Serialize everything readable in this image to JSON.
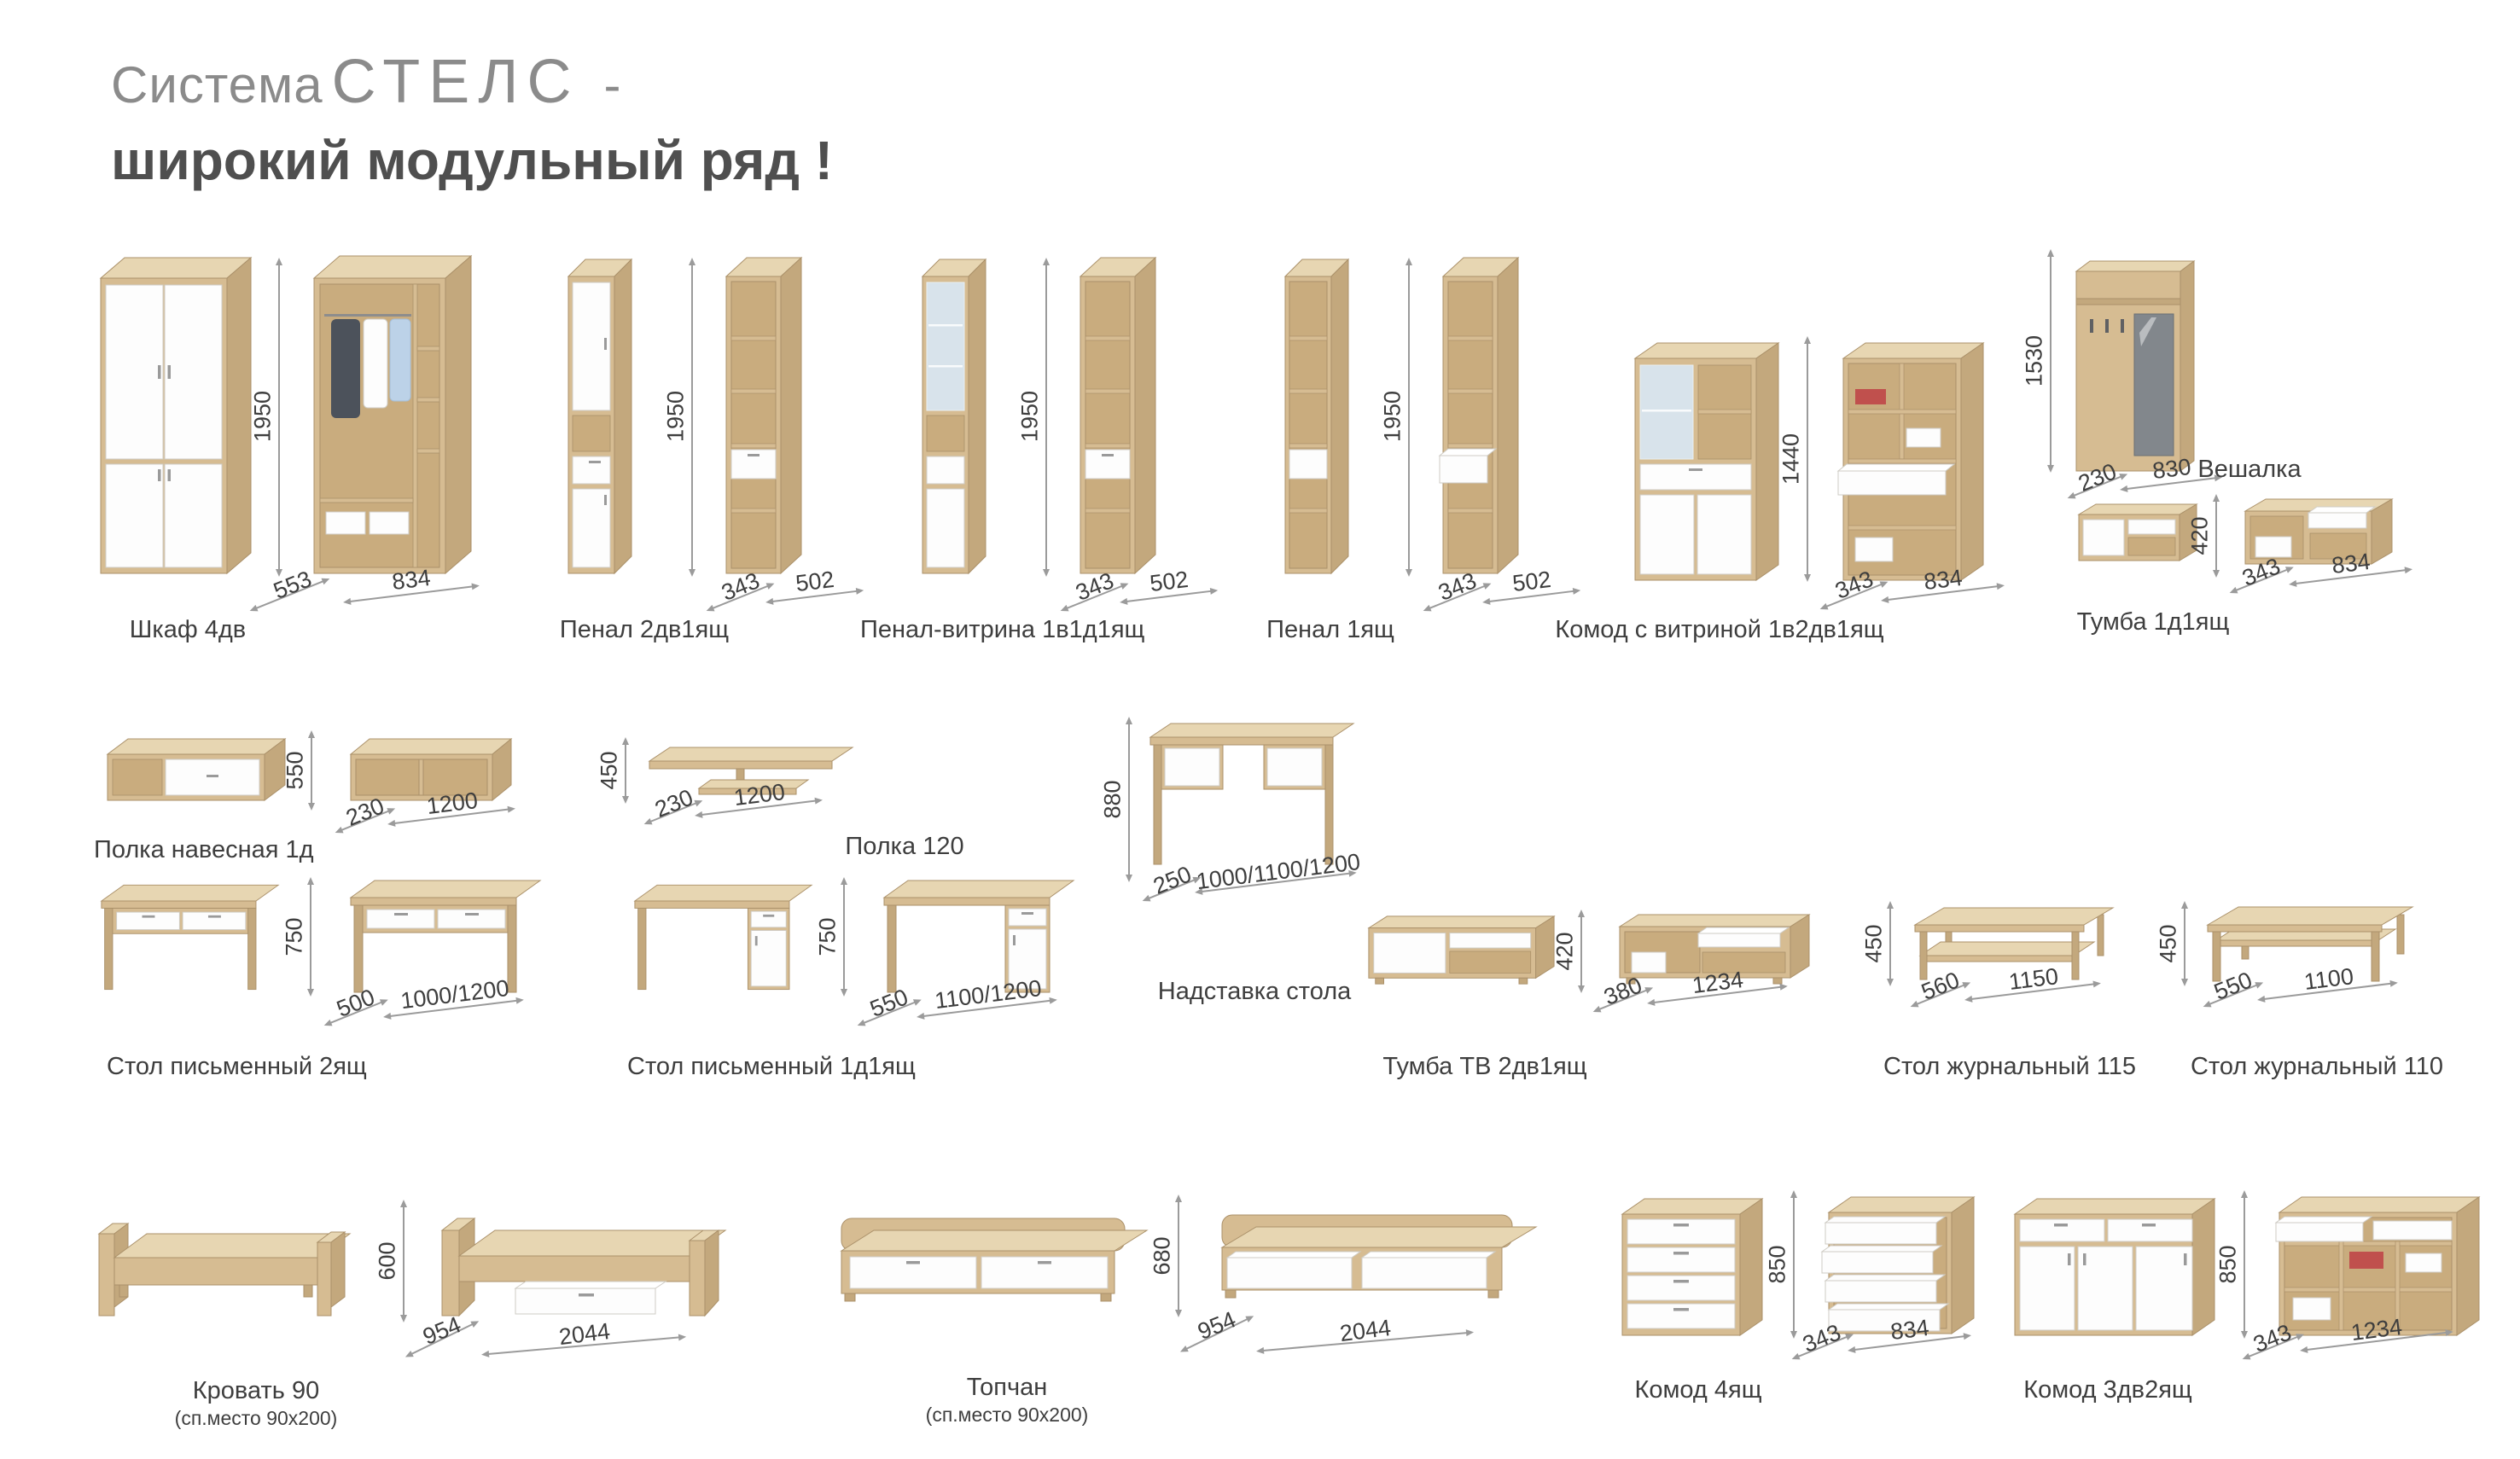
{
  "header": {
    "title_prefix": "Система",
    "title_brand": "СТЕЛС",
    "title_dash": "-",
    "subtitle": "широкий модульный ряд",
    "subtitle_mark": "!"
  },
  "palette": {
    "wood": "#d6bc92",
    "wood_top": "#e7d6b2",
    "wood_side": "#c3a87d",
    "white_front": "#fdfdfd",
    "glass": "#d8e3eb",
    "title_gray": "#8b8b8b",
    "subtitle_gray": "#4f4f4f"
  },
  "products": {
    "shkaf4dv": {
      "label": "Шкаф 4дв",
      "height": "1950",
      "depth": "553",
      "width": "834"
    },
    "penal2dv": {
      "label": "Пенал 2дв1ящ",
      "height": "1950",
      "depth": "343",
      "width": "502"
    },
    "penalvitrina": {
      "label": "Пенал-витрина 1в1д1ящ",
      "height": "1950",
      "depth": "343",
      "width": "502"
    },
    "penal1": {
      "label": "Пенал 1ящ",
      "height": "1950",
      "depth": "343",
      "width": "502"
    },
    "komodvitrina": {
      "label": "Комод с витриной 1в2дв1ящ",
      "height": "1440",
      "depth": "343",
      "width": "834"
    },
    "veshalka": {
      "label": "Вешалка",
      "height": "1530",
      "depth": "230",
      "width": "830"
    },
    "tumba": {
      "label": "Тумба 1д1ящ",
      "height": "420",
      "depth": "343",
      "width": "834"
    },
    "polkanav": {
      "label": "Полка навесная 1д",
      "height": "550",
      "depth": "230",
      "width": "1200"
    },
    "polka120": {
      "label": "Полка 120",
      "height": "450",
      "depth": "230",
      "width": "1200"
    },
    "nadstavka": {
      "label": "Надставка стола",
      "height": "880",
      "depth": "250",
      "width": "1000/1100/1200"
    },
    "stol2": {
      "label": "Стол письменный 2ящ",
      "height": "750",
      "depth": "500",
      "width": "1000/1200"
    },
    "stol1d": {
      "label": "Стол письменный 1д1ящ",
      "height": "750",
      "depth": "550",
      "width": "1100/1200"
    },
    "tumbatv": {
      "label": "Тумба ТВ 2дв1ящ",
      "height": "420",
      "depth": "380",
      "width": "1234"
    },
    "zhur115": {
      "label": "Стол журнальный 115",
      "height": "450",
      "depth": "560",
      "width": "1150"
    },
    "zhur110": {
      "label": "Стол журнальный 110",
      "height": "450",
      "depth": "550",
      "width": "1100"
    },
    "krovat90": {
      "label": "Кровать 90",
      "sub": "(сп.место 90х200)",
      "height": "600",
      "depth": "954",
      "width": "2044"
    },
    "topchan": {
      "label": "Топчан",
      "sub": "(сп.место 90х200)",
      "height": "680",
      "depth": "954",
      "width": "2044"
    },
    "komod4": {
      "label": "Комод 4ящ",
      "height": "850",
      "depth": "343",
      "width": "834"
    },
    "komod3": {
      "label": "Комод 3дв2ящ",
      "height": "850",
      "depth": "343",
      "width": "1234"
    }
  }
}
